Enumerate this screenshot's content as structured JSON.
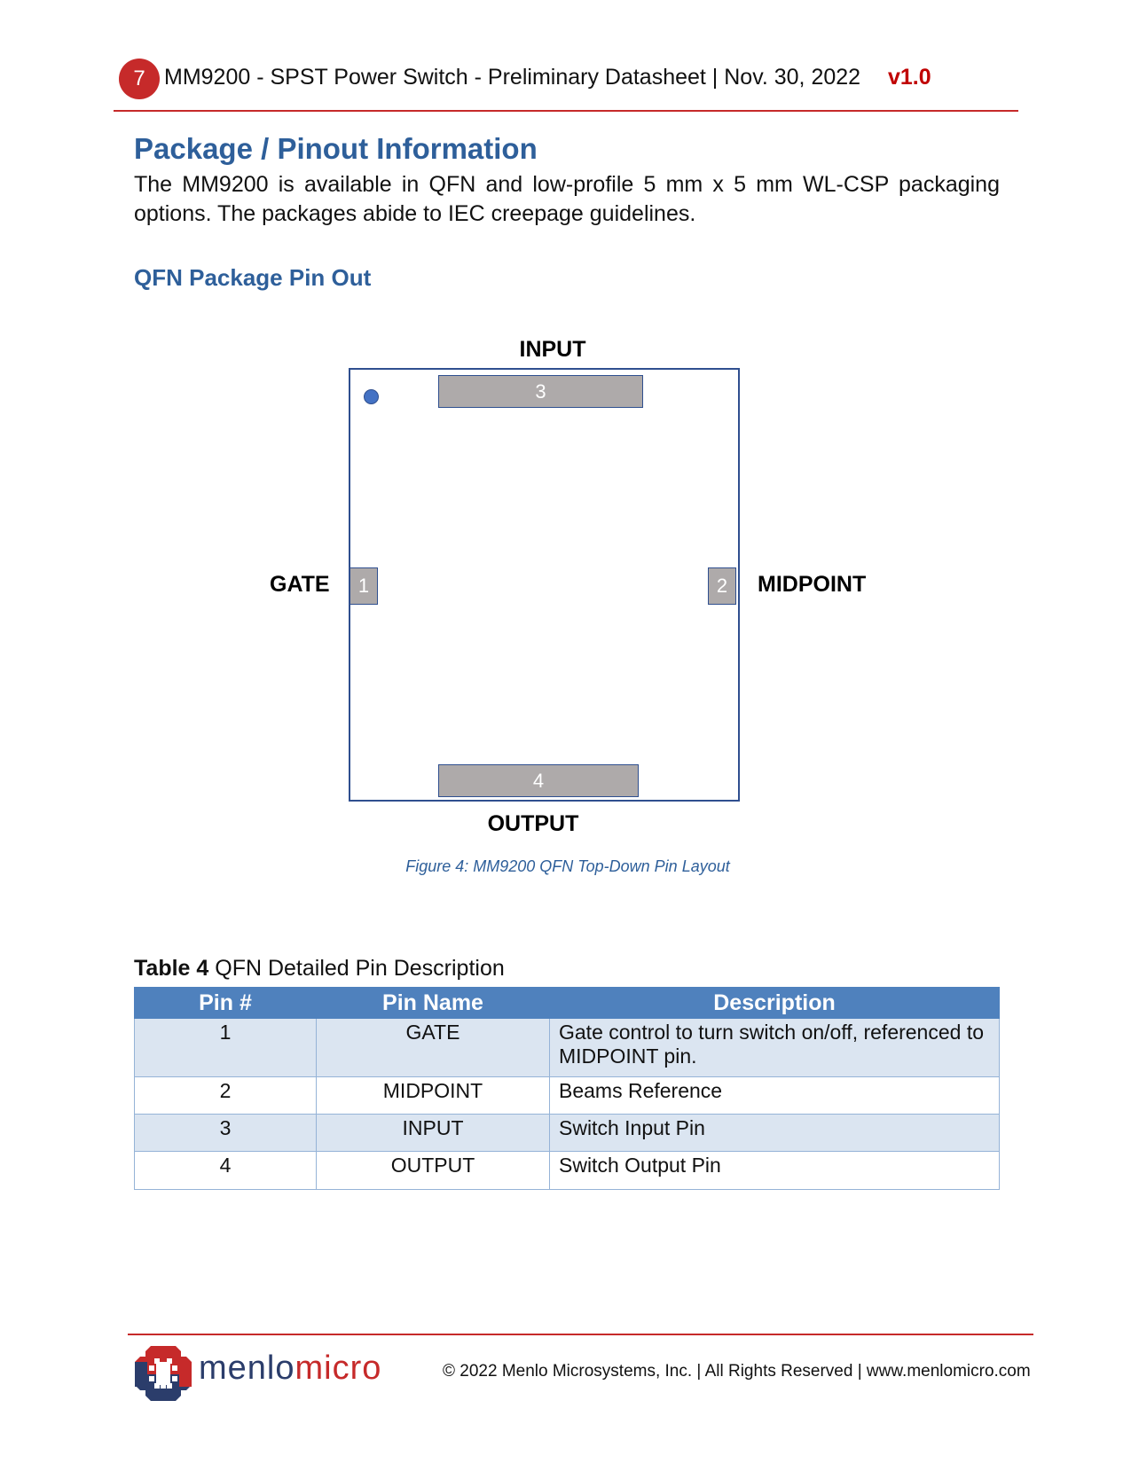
{
  "header": {
    "page_number": "7",
    "running_title": "MM9200 - SPST Power Switch - Preliminary Datasheet | Nov. 30, 2022",
    "version": "v1.0"
  },
  "section": {
    "title": "Package / Pinout Information",
    "intro": "The MM9200 is available in QFN and low-profile 5 mm x 5 mm WL-CSP packaging options. The packages abide to IEC creepage guidelines.",
    "subtitle": "QFN Package Pin Out"
  },
  "diagram": {
    "labels": {
      "top": "INPUT",
      "left": "GATE",
      "right": "MIDPOINT",
      "bottom": "OUTPUT"
    },
    "pins": {
      "gate": "1",
      "midpoint": "2",
      "input": "3",
      "output": "4"
    },
    "caption": "Figure 4: MM9200 QFN Top-Down Pin Layout",
    "colors": {
      "outline": "#2f4f8f",
      "pad": "#aeaaaa",
      "pin1_marker": "#4472c4"
    }
  },
  "table": {
    "caption_bold": "Table 4",
    "caption_text": " QFN Detailed Pin Description",
    "headers": [
      "Pin #",
      "Pin Name",
      "Description"
    ],
    "rows": [
      [
        "1",
        "GATE",
        "Gate control to turn switch on/off, referenced to MIDPOINT pin."
      ],
      [
        "2",
        "MIDPOINT",
        "Beams Reference"
      ],
      [
        "3",
        "INPUT",
        "Switch Input Pin"
      ],
      [
        "4",
        "OUTPUT",
        "Switch Output Pin"
      ]
    ]
  },
  "footer": {
    "logo_text_a": "menlo",
    "logo_text_b": "micro",
    "copyright": "© 2022 Menlo Microsystems, Inc. | All Rights Reserved | www.menlomicro.com"
  }
}
